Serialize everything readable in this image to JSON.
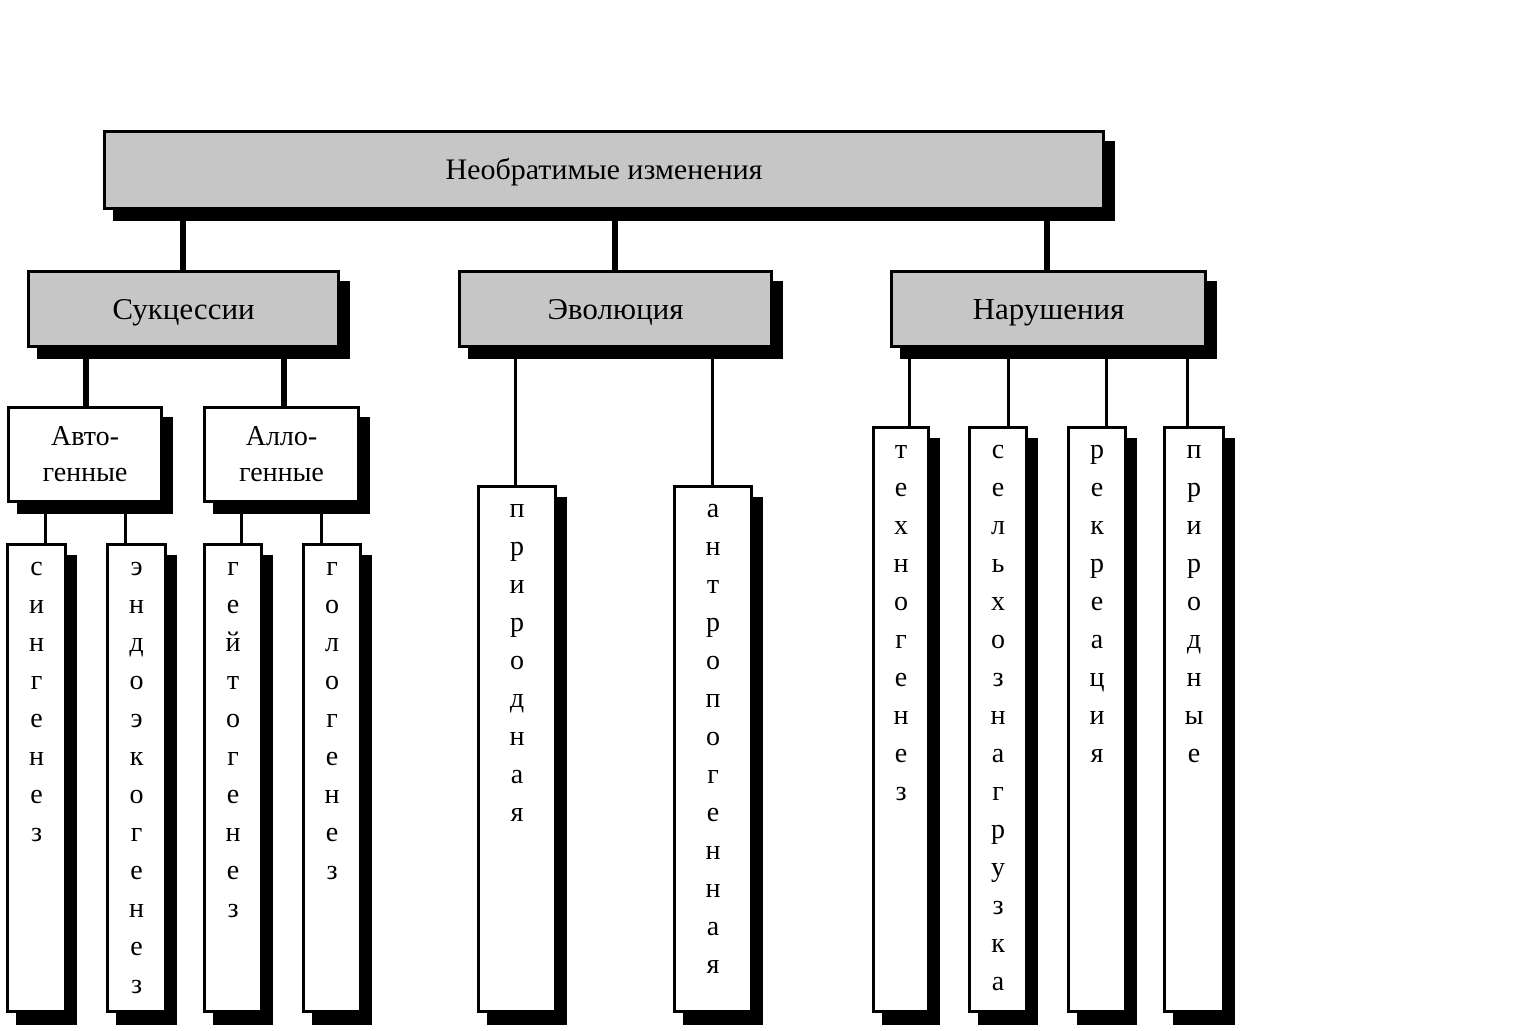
{
  "colors": {
    "background": "#ffffff",
    "box_fill": "#c6c6c6",
    "box_border": "#000000",
    "shadow": "#000000",
    "text": "#000000"
  },
  "diagram": {
    "root": {
      "label": "Необратимые изменения"
    },
    "level2": [
      {
        "id": "successions",
        "label": "Сукцессии"
      },
      {
        "id": "evolution",
        "label": "Эволюция"
      },
      {
        "id": "disturbances",
        "label": "Нарушения"
      }
    ],
    "level3": [
      {
        "id": "autogenic",
        "line1": "Авто-",
        "line2": "генные"
      },
      {
        "id": "allogenic",
        "line1": "Алло-",
        "line2": "генные"
      }
    ],
    "columns": [
      {
        "id": "syngenesis",
        "label": "сингенез",
        "parent": "autogenic"
      },
      {
        "id": "endoecogenesis",
        "label": "эндоэкогенез",
        "parent": "autogenic"
      },
      {
        "id": "geitogenesis",
        "label": "гейтогенез",
        "parent": "allogenic"
      },
      {
        "id": "hologenesis",
        "label": "гологенез",
        "parent": "allogenic"
      },
      {
        "id": "natural",
        "label": "природная",
        "parent": "evolution"
      },
      {
        "id": "anthropogenic",
        "label": "антропогенная",
        "parent": "evolution"
      },
      {
        "id": "technogenesis",
        "label": "техногенез",
        "parent": "disturbances"
      },
      {
        "id": "agricultural-load",
        "label": "сельхознагрузка",
        "parent": "disturbances"
      },
      {
        "id": "recreation",
        "label": "рекреация",
        "parent": "disturbances"
      },
      {
        "id": "natural-disturbances",
        "label": "природные",
        "parent": "disturbances"
      }
    ]
  }
}
